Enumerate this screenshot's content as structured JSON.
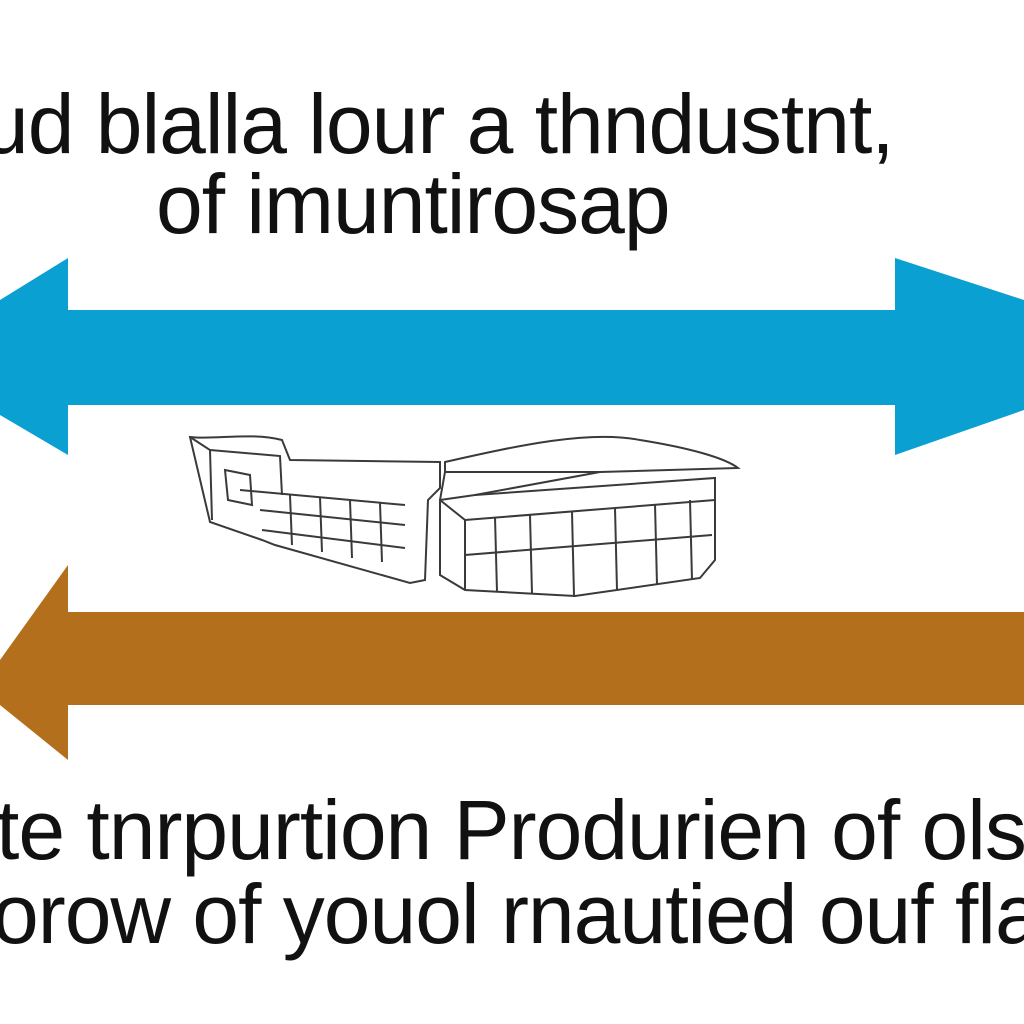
{
  "header": {
    "line1": "ud blalla lour a thndustnt,",
    "line2": "of imuntirosap"
  },
  "footer": {
    "line1": "te tnrpurtion Produrien of ols",
    "line2": "orow of youol rnautied ouf flan"
  },
  "colors": {
    "top_arrow": "#0aa0d2",
    "bottom_arrow": "#b36f1c",
    "sketch": "#3a3a3a"
  },
  "icons": {
    "center": "building-sketch-icon",
    "top": "double-arrow-icon",
    "bottom": "left-arrow-icon"
  }
}
